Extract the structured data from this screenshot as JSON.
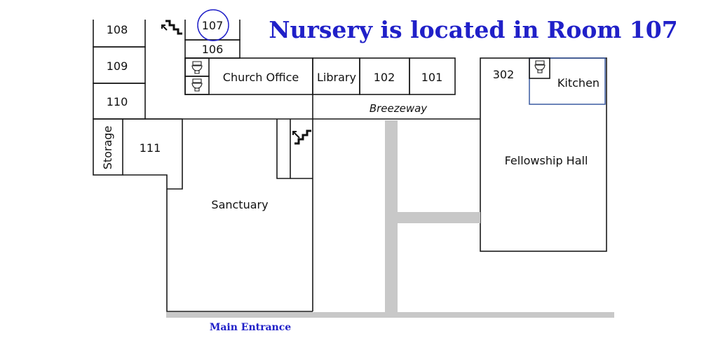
{
  "headline": "Nursery is located in Room 107",
  "entrance_label": "Main Entrance",
  "accent_color": "#2020c8",
  "kitchen_outline_color": "#3a5aa0",
  "walkway_color": "#c8c8c8",
  "rooms": {
    "r108": "108",
    "r109": "109",
    "r110": "110",
    "r111": "111",
    "storage": "Storage",
    "r107": "107",
    "r106": "106",
    "church_office": "Church Office",
    "library": "Library",
    "r102": "102",
    "r101": "101",
    "r302": "302",
    "kitchen": "Kitchen",
    "fellowship_hall": "Fellowship Hall",
    "sanctuary": "Sanctuary",
    "breezeway": "Breezeway"
  },
  "icons": [
    "stairs-icon",
    "restroom-icon"
  ]
}
